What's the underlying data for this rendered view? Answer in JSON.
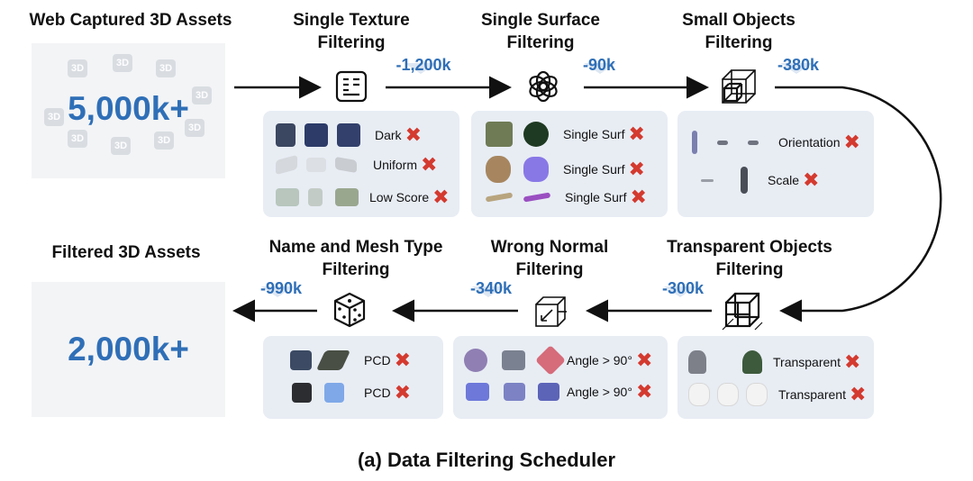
{
  "steps": {
    "web": {
      "title": "Web Captured 3D Assets",
      "count": "5,000k+"
    },
    "texture": {
      "title_line1": "Single Texture",
      "title_line2": "Filtering",
      "delta": "-1,200k"
    },
    "surface": {
      "title_line1": "Single Surface",
      "title_line2": "Filtering",
      "delta": "-90k"
    },
    "small": {
      "title_line1": "Small Objects",
      "title_line2": "Filtering",
      "delta": "-380k"
    },
    "transparent": {
      "title_line1": "Transparent Objects",
      "title_line2": "Filtering",
      "delta": "-300k"
    },
    "normal": {
      "title_line1": "Wrong Normal",
      "title_line2": "Filtering",
      "delta": "-340k"
    },
    "mesh": {
      "title_line1": "Name and Mesh Type",
      "title_line2": "Filtering",
      "delta": "-990k"
    },
    "filtered": {
      "title": "Filtered 3D Assets",
      "count": "2,000k+"
    }
  },
  "panels": {
    "texture": [
      "Dark",
      "Uniform",
      "Low Score"
    ],
    "surface": [
      "Single Surf",
      "Single Surf",
      "Single Surf"
    ],
    "small": [
      "Orientation",
      "Scale"
    ],
    "transparent": [
      "Transparent",
      "Transparent"
    ],
    "normal": [
      "Angle > 90°",
      "Angle > 90°"
    ],
    "mesh": [
      "PCD",
      "PCD"
    ]
  },
  "tile_label": "3D",
  "reject_mark": "✖",
  "caption": "(a) Data Filtering Scheduler",
  "colors": {
    "accent": "#2f6fb7",
    "reject": "#d43a2f",
    "panel": "#e8edf4"
  }
}
